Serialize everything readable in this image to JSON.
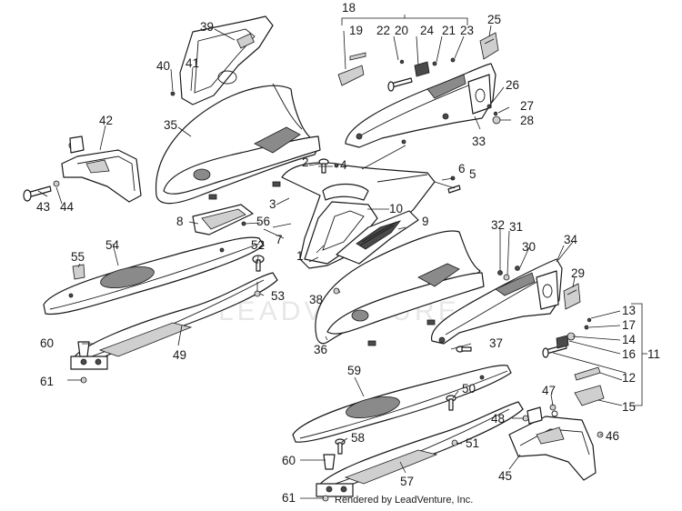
{
  "watermark": "LEADVENTURE",
  "footer_credit": "Rendered by LeadVenture, Inc.",
  "callouts": {
    "c1": "1",
    "c2": "2",
    "c3": "3",
    "c4": "4",
    "c5": "5",
    "c6": "6",
    "c7": "7",
    "c8": "8",
    "c9": "9",
    "c10": "10",
    "c11": "11",
    "c12": "12",
    "c13": "13",
    "c14": "14",
    "c15": "15",
    "c16": "16",
    "c17": "17",
    "c18": "18",
    "c19": "19",
    "c20": "20",
    "c21": "21",
    "c22": "22",
    "c23": "23",
    "c24": "24",
    "c25": "25",
    "c26": "26",
    "c27": "27",
    "c28": "28",
    "c29": "29",
    "c30": "30",
    "c31": "31",
    "c32": "32",
    "c33": "33",
    "c34": "34",
    "c35": "35",
    "c36": "36",
    "c37": "37",
    "c38": "38",
    "c39": "39",
    "c40": "40",
    "c41": "41",
    "c42": "42",
    "c43": "43",
    "c44": "44",
    "c45": "45",
    "c46": "46",
    "c47": "47",
    "c48": "48",
    "c49": "49",
    "c50": "50",
    "c51": "51",
    "c52": "52",
    "c53": "53",
    "c54": "54",
    "c55": "55",
    "c56": "56",
    "c57": "57",
    "c58": "58",
    "c59": "59",
    "c60a": "60",
    "c60b": "60",
    "c61a": "61",
    "c61b": "61"
  }
}
